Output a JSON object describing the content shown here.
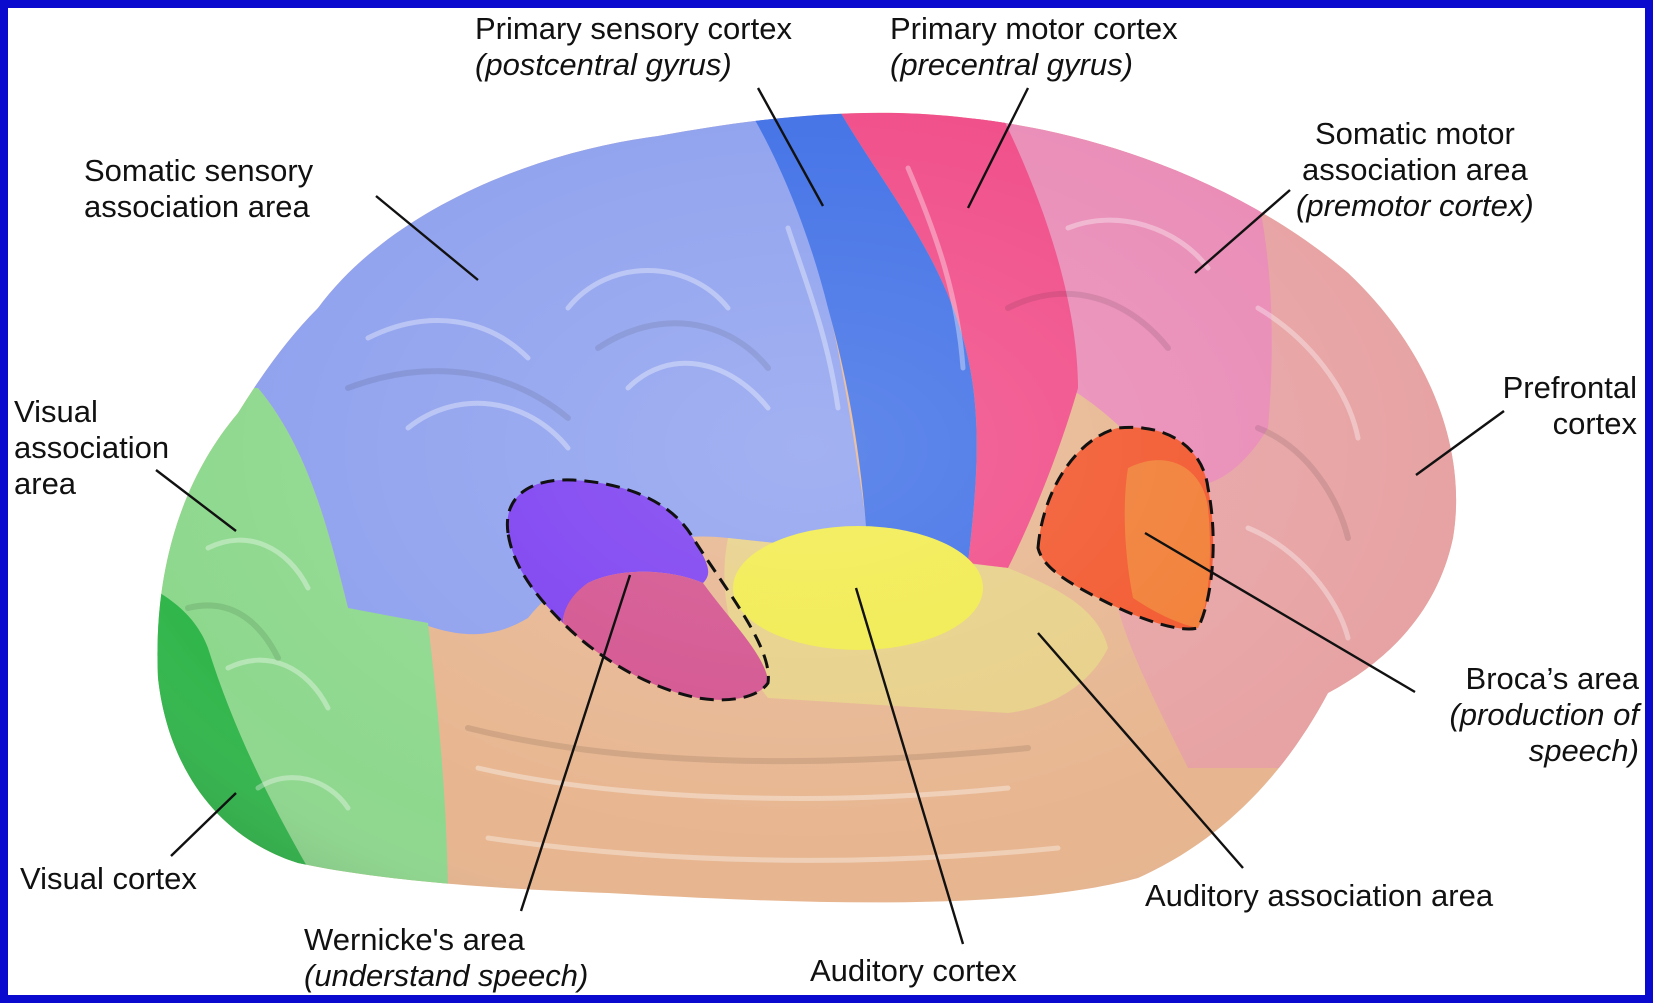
{
  "labels": {
    "primary_sensory": {
      "line1": "Primary sensory cortex",
      "line2": "(postcentral gyrus)"
    },
    "primary_motor": {
      "line1": "Primary motor cortex",
      "line2": "(precentral gyrus)"
    },
    "somatic_sensory": {
      "line1": "Somatic sensory",
      "line2": "association area"
    },
    "somatic_motor": {
      "line1": "Somatic motor",
      "line2": "association area",
      "line3": "(premotor cortex)"
    },
    "visual_assoc": {
      "line1": "Visual",
      "line2": "association",
      "line3": "area"
    },
    "prefrontal": {
      "line1": "Prefrontal",
      "line2": "cortex"
    },
    "brocas": {
      "line1": "Broca’s area",
      "line2": "(production of",
      "line3": "speech)"
    },
    "visual_cortex": {
      "line1": "Visual cortex"
    },
    "wernickes": {
      "line1": "Wernicke's area",
      "line2": "(understand speech)"
    },
    "auditory_cortex": {
      "line1": "Auditory cortex"
    },
    "auditory_assoc": {
      "line1": "Auditory association area"
    }
  },
  "colors": {
    "frame": "#0a0acf",
    "primary_sensory": "#3f6fe6",
    "somatic_sensory": "#8ea0ee",
    "primary_motor": "#f04a86",
    "somatic_motor": "#e98bb6",
    "prefrontal": "#e7a2a3",
    "visual_assoc": "#8ed88e",
    "visual_cortex": "#31b64b",
    "wernickes_upper": "#7a3cf0",
    "wernickes_lower": "#d24f8c",
    "auditory_cortex": "#f1eb4a",
    "auditory_assoc": "#e7cf86",
    "temporal": "#e7b58f",
    "brocas": "#f2552a"
  }
}
